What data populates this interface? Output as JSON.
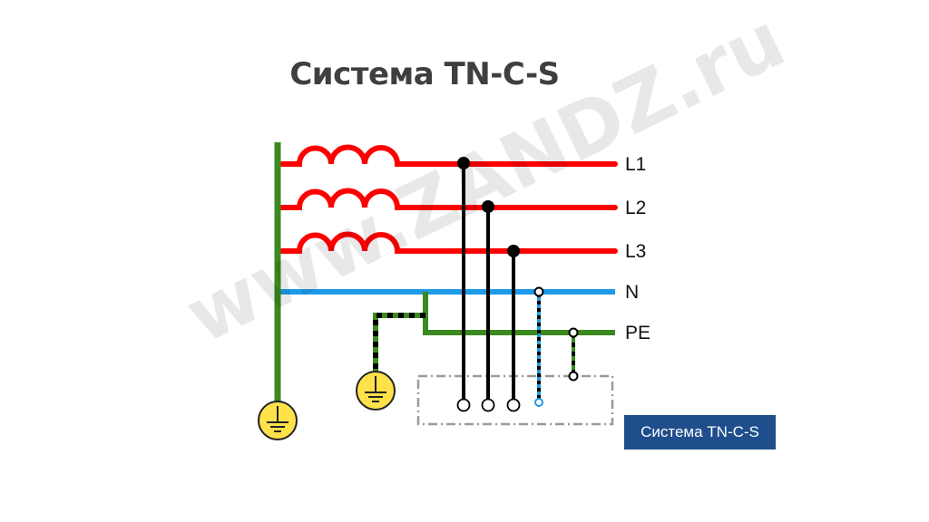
{
  "title": "Система TN-C-S",
  "caption": "Система TN-C-S",
  "watermark": "www.ZANDZ.ru",
  "lines": {
    "l1": "L1",
    "l2": "L2",
    "l3": "L3",
    "n": "N",
    "pe": "PE"
  },
  "colors": {
    "phase": "#ff0000",
    "neutral": "#1e9be8",
    "protective_earth": "#3a8a1f",
    "conductor": "#000000",
    "ground_symbol_fill": "#ffe14a",
    "caption_bg": "#1f4e8c",
    "title_text": "#3f3f3f"
  },
  "icons": [
    "ground-icon"
  ]
}
